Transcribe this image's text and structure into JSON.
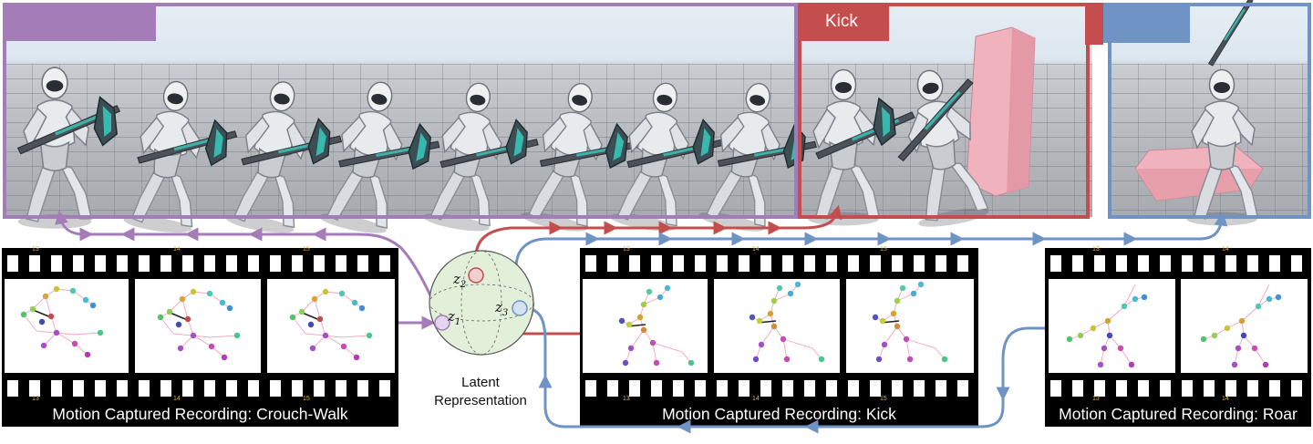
{
  "panels": {
    "crouch_walk": {
      "tag": "",
      "color": "#a47db8"
    },
    "kick": {
      "tag": "Kick",
      "color": "#c44d4d"
    },
    "roar": {
      "tag": "",
      "color": "#6e93c4"
    }
  },
  "films": [
    {
      "id": "crouch-walk",
      "caption": "Motion Captured Recording: Crouch-Walk",
      "frames": [
        "13",
        "14",
        "15"
      ]
    },
    {
      "id": "kick",
      "caption": "Motion Captured Recording: Kick",
      "frames": [
        "13",
        "14",
        "15"
      ]
    },
    {
      "id": "roar",
      "caption": "Motion Captured Recording: Roar",
      "frames": [
        "13",
        "14"
      ]
    }
  ],
  "latent": {
    "label_line1": "Latent",
    "label_line2": "Representation",
    "z1": "z",
    "z1_sub": "1",
    "z2": "z",
    "z2_sub": "2",
    "z3": "z",
    "z3_sub": "3"
  },
  "colors": {
    "purple": "#a47db8",
    "red": "#c44d4d",
    "blue": "#6e93c4",
    "sphere": "#e2efd9"
  },
  "icons": [
    "humanoid-robot-icon",
    "sword-icon",
    "shield-icon",
    "pink-block-icon",
    "skeleton-icon",
    "film-strip-icon"
  ]
}
